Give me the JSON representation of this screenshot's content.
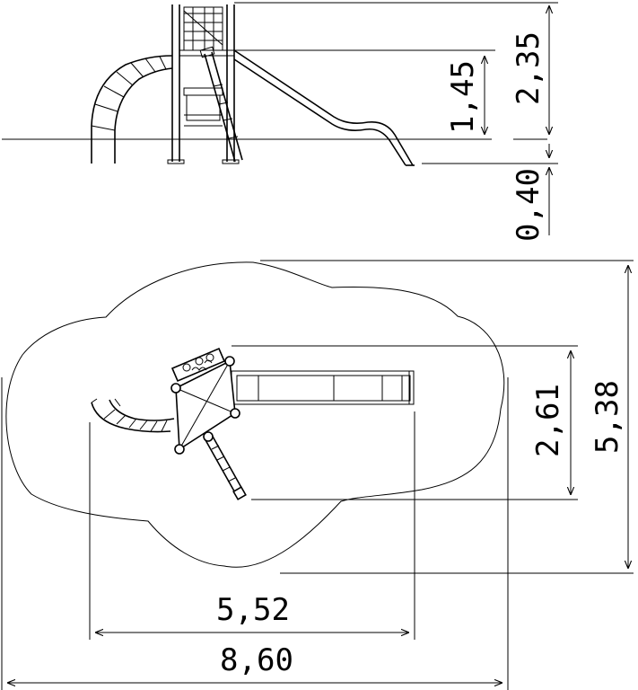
{
  "dimensions": {
    "height_total": "2,35",
    "platform_height": "1,45",
    "foundation_depth": "0,40",
    "width_inner": "5,52",
    "width_total": "8,60",
    "depth_inner": "2,61",
    "depth_total": "5,38"
  },
  "colors": {
    "line": "#000000",
    "background": "#ffffff"
  }
}
